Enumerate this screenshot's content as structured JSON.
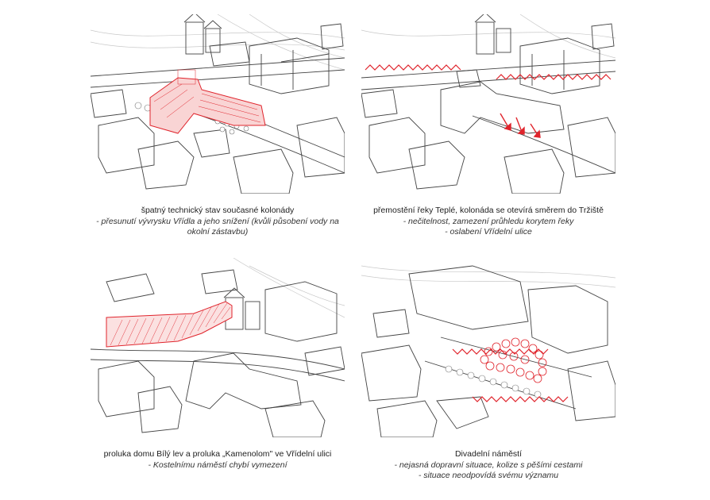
{
  "panels": [
    {
      "title": "špatný technický stav současné kolonády",
      "notes": [
        "- přesunutí vývrysku Vřídla a jeho snížení (kvůli působení vody na",
        "okolní zástavbu)"
      ]
    },
    {
      "title": "přemostění řeky Teplé, kolonáda se otevírá směrem do Tržiště",
      "notes": [
        "- nečitelnost, zamezení průhledu korytem řeky",
        "- oslabení Vřídelní ulice"
      ]
    },
    {
      "title": "proluka domu Bílý lev a proluka „Kamenolom\" ve Vřídelní ulici",
      "notes": [
        "- Kostelnímu náměstí chybí vymezení"
      ]
    },
    {
      "title": "Divadelní náměstí",
      "notes": [
        "- nejasná dopravní situace, kolize s pěšími cestami",
        "- situace neodpovídá svému významu"
      ]
    }
  ],
  "colors": {
    "highlight": "#e0242c",
    "line": "#3a3a3a",
    "contour": "#bdbdbd"
  }
}
